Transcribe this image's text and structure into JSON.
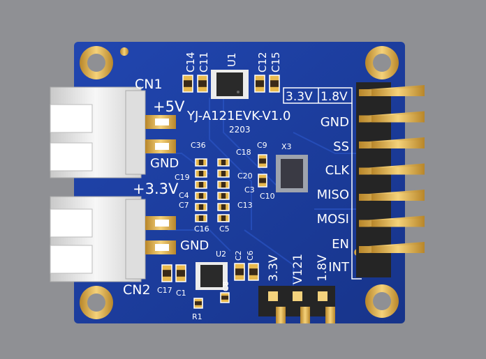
{
  "board": {
    "name": "YJ-A121EVK-V1.0",
    "date": "2203",
    "colors": {
      "background": "#8f9094",
      "pcb": "#1b3b9a",
      "silkscreen": "#ffffff",
      "gold": "#e0b24a",
      "connector": "#ececec",
      "header": "#222222"
    }
  },
  "connectors": {
    "cn1": {
      "label": "CN1",
      "pin1": "+5V",
      "pin2": "GND"
    },
    "cn2": {
      "label": "CN2",
      "pin1": "+3.3V",
      "pin2": "GND"
    }
  },
  "header_right": {
    "voltage_box": [
      "3.3V",
      "1.8V"
    ],
    "pins": [
      "GND",
      "SS",
      "CLK",
      "MISO",
      "MOSI",
      "EN",
      "INT"
    ]
  },
  "header_bottom": {
    "labels": [
      "3.3V",
      "V121",
      "1.8V"
    ]
  },
  "components": {
    "top_caps_left": [
      "C14",
      "C11"
    ],
    "top_ic": "U1",
    "top_caps_right": [
      "C12",
      "C15"
    ],
    "mid_left": [
      "C36",
      "C19",
      "C4",
      "C7",
      "C16"
    ],
    "mid_right": [
      "C18",
      "C20",
      "C3",
      "C13",
      "C5"
    ],
    "crystal_area": [
      "C9",
      "X3",
      "C10"
    ],
    "bottom": [
      "U2",
      "C2",
      "C6",
      "C17",
      "C1",
      "R1",
      "C8"
    ]
  }
}
